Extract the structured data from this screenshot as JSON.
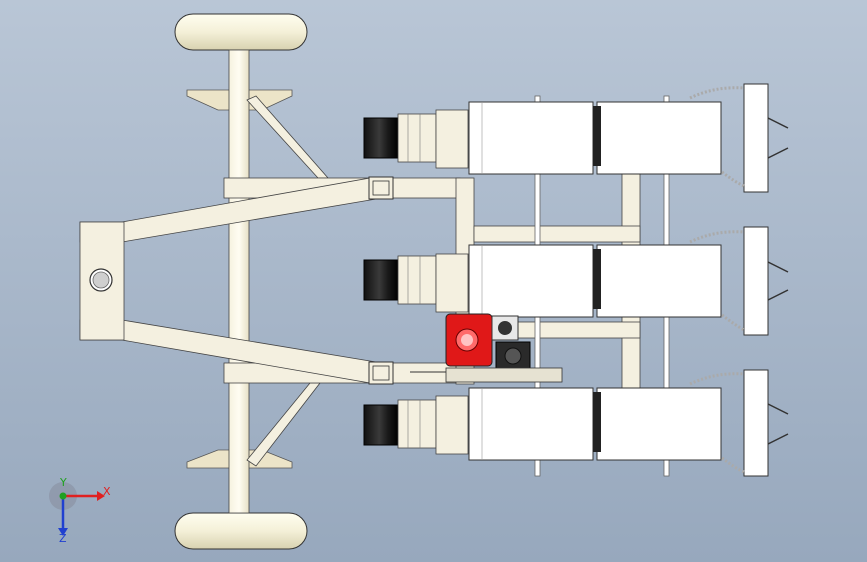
{
  "viewport": {
    "background_top": "#b9c6d6",
    "background_bottom": "#97a8bd"
  },
  "triad": {
    "x_label": "X",
    "y_label": "Y",
    "z_label": "Z",
    "x_color": "#e02020",
    "y_color": "#20a020",
    "z_color": "#2040d0"
  },
  "model": {
    "engine_color": "#e01818",
    "rows": 3,
    "units_per_row": 2
  }
}
